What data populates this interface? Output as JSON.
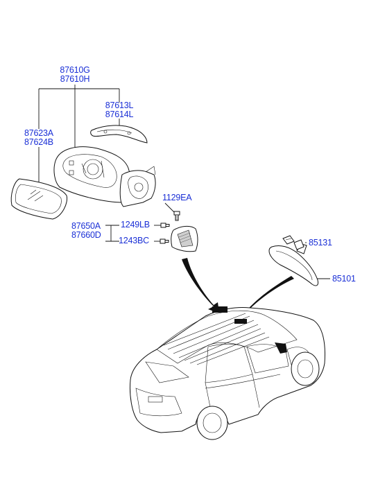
{
  "labels": {
    "mirror_assy_lh": "87610G",
    "mirror_assy_rh": "87610H",
    "cover_lh": "87613L",
    "cover_rh": "87614L",
    "glass_lh": "87623A",
    "glass_rh": "87624B",
    "screw_1129": "1129EA",
    "trim_lh": "87650A",
    "trim_rh": "87660D",
    "screw_1249": "1249LB",
    "screw_1243": "1243BC",
    "clip_85131": "85131",
    "inside_mirror": "85101"
  }
}
